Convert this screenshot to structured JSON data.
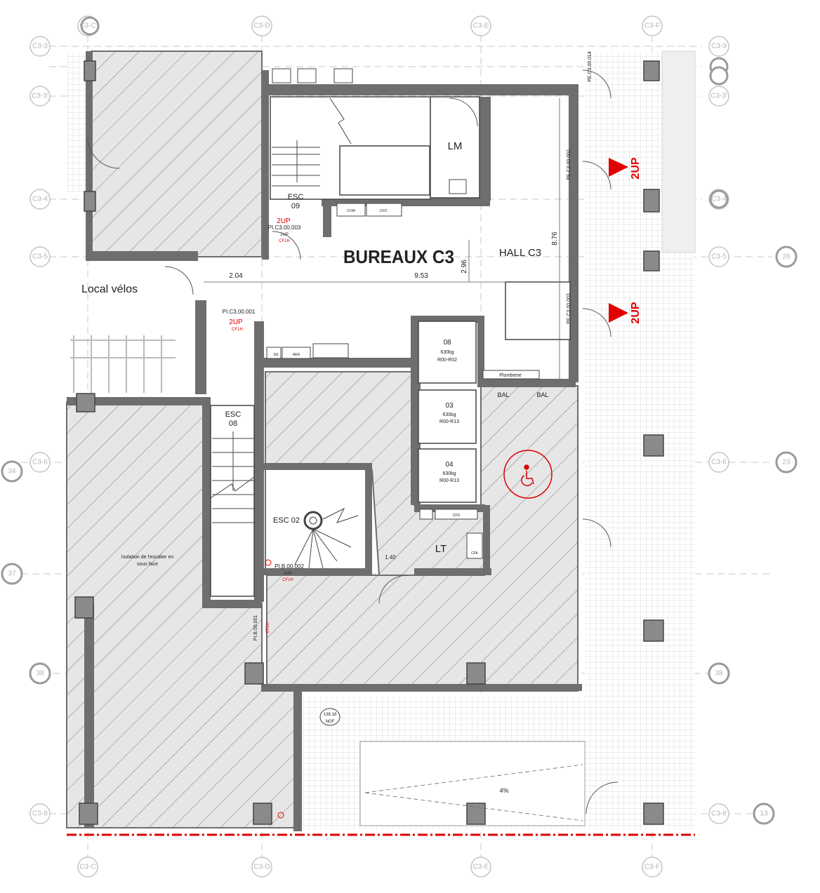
{
  "colors": {
    "wall": "#6e6e6e",
    "hatch_fill": "#e6e6e6",
    "hatch_line": "#7a7a7a",
    "grid": "#c8c8c8",
    "accent_red": "#e00000",
    "paving": "#cfcfcf"
  },
  "grid_labels": {
    "top": [
      "C3-C",
      "C3-D",
      "C3-E",
      "C3-F"
    ],
    "bottom": [
      "C3-C",
      "C3-D",
      "C3-E",
      "C3-F"
    ],
    "left": [
      "C3-3",
      "C3-3'",
      "C3-4",
      "C3-5",
      "C3-6",
      "C3-8"
    ],
    "right": [
      "C3-3",
      "C3-3'",
      "C3-4",
      "C3-5",
      "C3-6",
      "C3-8"
    ],
    "circles_left": [
      "34",
      "37",
      "38"
    ],
    "circles_right": [
      "26",
      "23",
      "38",
      "13"
    ]
  },
  "rooms": {
    "title": "BUREAUX C3",
    "hall": "HALL C3",
    "local_velos": "Local vélos",
    "lm": "LM",
    "lt": "LT",
    "esc09_a": "ESC",
    "esc09_b": "09",
    "esc08_a": "ESC",
    "esc08_b": "08",
    "esc02": "ESC 02"
  },
  "dimensions": {
    "d1": "2.04",
    "d2": "9.53",
    "d3": "2.96",
    "d4": "8.76",
    "d5": "1.40"
  },
  "lifts": [
    {
      "id": "08",
      "load": "630kg",
      "levels": "R00-R02"
    },
    {
      "id": "03",
      "load": "630kg",
      "levels": "R00-R13"
    },
    {
      "id": "04",
      "load": "630kg",
      "levels": "R00-R13"
    }
  ],
  "labels": {
    "up1": "2UP",
    "up2": "2UP",
    "up_arrow1": "2UP",
    "up_arrow2": "2UP",
    "pi1": "PI.C3.00.003",
    "pi2": "PI.C3.00.001",
    "pi3": "PI.B.00.002",
    "pe1": "PE.C3.00.002",
    "pe2": "PE.C3.00.003",
    "pe3": "PE.C3.00.014",
    "pi_b1": "PI.B.00.001",
    "cf_a": "CF1H",
    "cf_b": "CF1H",
    "cf_c": "CF1H",
    "cf_d": "CF2H",
    "nav_a": "2UP",
    "nav_b": "1UP",
    "plomberie": "Plomberie",
    "bal1": "BAL",
    "bal2": "BAL",
    "isolation_1": "Isolation de l'escalier en",
    "isolation_2": "sous face",
    "ngf_1": "138.18",
    "ngf_2": "NGF",
    "slope": "4%",
    "com": "COM",
    "cfo": "CFO",
    "sg": "SG",
    "aer": "AER",
    "cfa": "CFA",
    "cfo2": "CFO"
  }
}
